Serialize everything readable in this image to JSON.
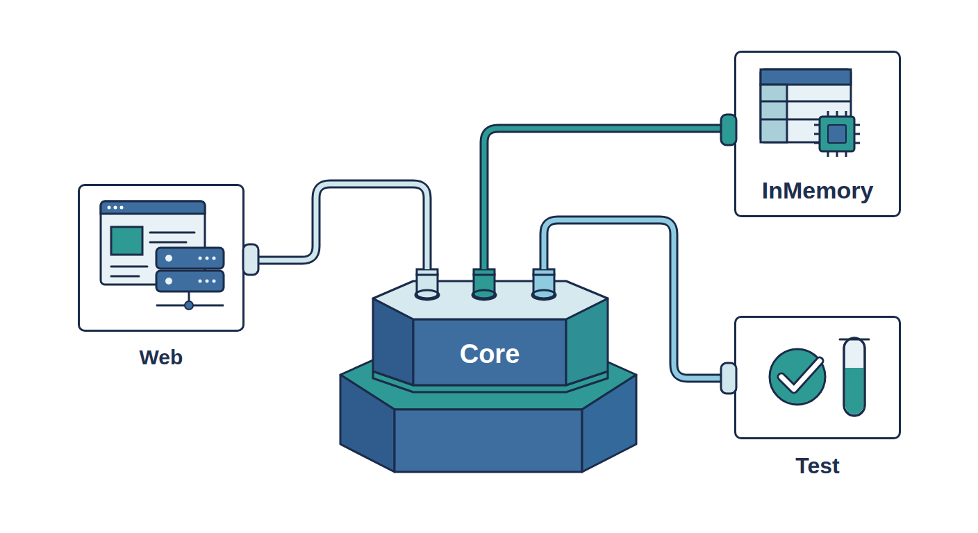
{
  "diagram": {
    "nodes": [
      {
        "text": [
          "Web"
        ]
      },
      {
        "text": [
          "Core"
        ]
      },
      {
        "text": [
          "InMemory"
        ]
      },
      {
        "text": [
          "Test"
        ]
      }
    ],
    "edges": [
      {
        "from": 0,
        "to": 1,
        "arrow": "none"
      },
      {
        "from": 1,
        "to": 2,
        "arrow": "none"
      },
      {
        "from": 1,
        "to": 3,
        "arrow": "none"
      }
    ]
  }
}
